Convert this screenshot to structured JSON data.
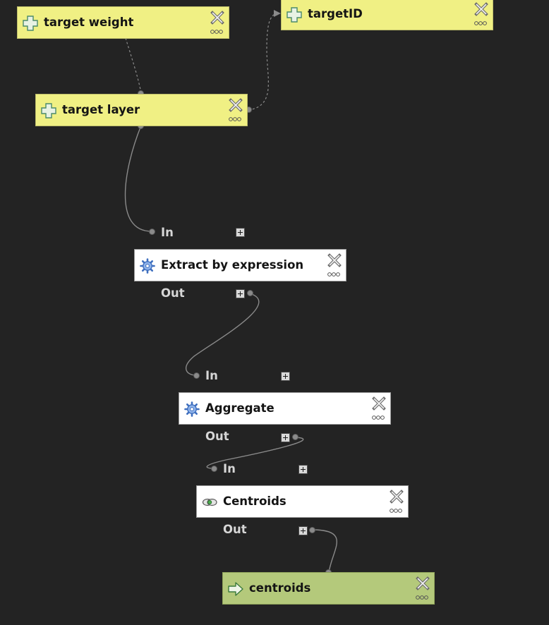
{
  "model": {
    "inputs": [
      {
        "label": "target weight",
        "icon": "plus-icon"
      },
      {
        "label": "targetID",
        "icon": "plus-icon"
      },
      {
        "label": "target layer",
        "icon": "plus-icon"
      }
    ],
    "algorithms": [
      {
        "label": "Extract by expression",
        "icon": "gear-icon",
        "in_label": "In",
        "out_label": "Out"
      },
      {
        "label": "Aggregate",
        "icon": "gear-icon",
        "in_label": "In",
        "out_label": "Out"
      },
      {
        "label": "Centroids",
        "icon": "centroids-icon",
        "in_label": "In",
        "out_label": "Out"
      }
    ],
    "outputs": [
      {
        "label": "centroids",
        "icon": "arrow-right-icon"
      }
    ]
  },
  "colors": {
    "canvas": "#232323",
    "input_node": "#f0f084",
    "algorithm_node": "#ffffff",
    "output_node": "#b4c97b",
    "wire": "#8a8a8a",
    "port_label": "#d6d6d6"
  }
}
